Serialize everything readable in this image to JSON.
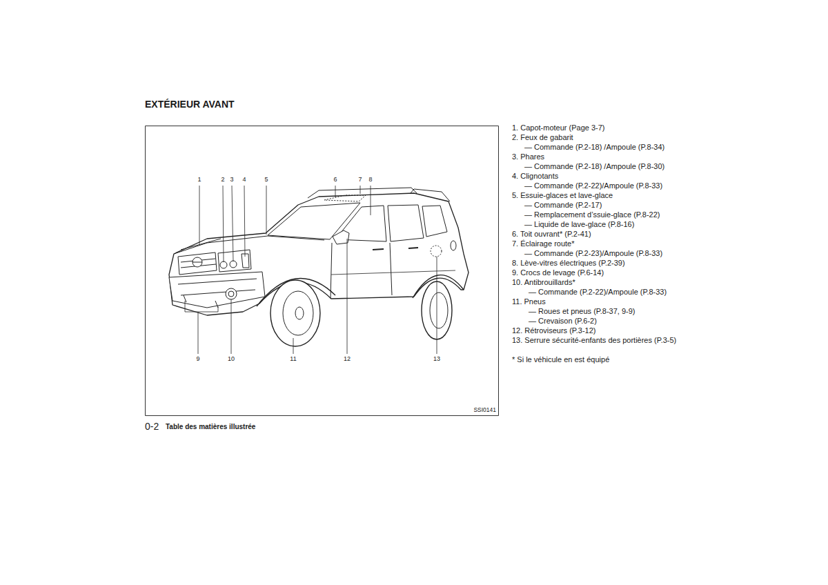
{
  "diagram": {
    "title": "EXTÉRIEUR AVANT",
    "labels": [
      "1",
      "2",
      "3",
      "4",
      "5",
      "6",
      "7",
      "8",
      "9",
      "10",
      "11",
      "12",
      "13",
      "SSI0141",
      "1. Capot-moteur (Page 3-7)",
      "2. Feux de gabarit",
      "— Commande (P.2-18) /Ampoule (P.8-34)",
      "3. Phares",
      "— Commande (P.2-18) /Ampoule (P.8-30)",
      "4. Clignotants",
      "— Commande (P.2-22)/Ampoule (P.8-33)",
      "5. Essuie-glaces et lave-glace",
      "— Commande (P.2-17)",
      "— Remplacement d’ssuie-glace (P.8-22)",
      "— Liquide de lave-glace (P.8-16)",
      "6. Toit ouvrant* (P.2-41)",
      "7. Éclairage route*",
      "— Commande (P.2-23)/Ampoule (P.8-33)",
      "8. Lève-vitres électriques (P.2-39)",
      "9. Crocs de levage (P.6-14)",
      "10. Antibrouillards*",
      "— Commande (P.2-22)/Ampoule (P.8-33)",
      "11. Pneus",
      "— Roues et pneus (P.8-37, 9-9)",
      "— Crevaison (P.6-2)",
      "12. Rétroviseurs (P.3-12)",
      "13. Serrure sécurité-enfants des portières (P.3-5)",
      "* Si le véhicule en est équipé",
      "0-2",
      "Table des matières illustrée"
    ]
  }
}
